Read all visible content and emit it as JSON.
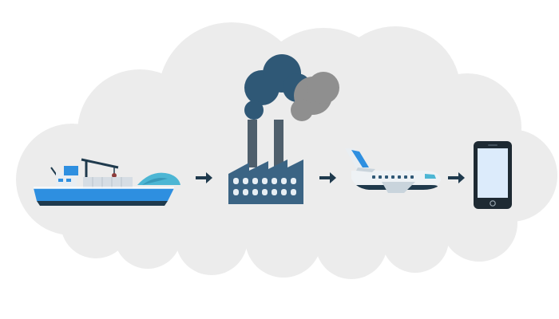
{
  "diagram": {
    "background": {
      "shape": "cloud",
      "color": "#ececec"
    },
    "flow": [
      {
        "id": "ship",
        "icon": "cargo-ship-icon"
      },
      {
        "id": "factory",
        "icon": "factory-icon"
      },
      {
        "id": "airplane",
        "icon": "airplane-icon"
      },
      {
        "id": "phone",
        "icon": "smartphone-icon"
      }
    ],
    "arrows": [
      {
        "from": "ship",
        "to": "factory",
        "icon": "arrow-right-icon"
      },
      {
        "from": "factory",
        "to": "airplane",
        "icon": "arrow-right-icon"
      },
      {
        "from": "airplane",
        "to": "phone",
        "icon": "arrow-right-icon"
      }
    ],
    "colors": {
      "primary_blue": "#2e8fe0",
      "dark_navy": "#1f3a4d",
      "factory_slate": "#3b6484",
      "smoke_dark": "#2f5876",
      "smoke_grey": "#8f8f8f",
      "chimney_grey": "#4f5f6c",
      "phone_screen": "#dcebfb",
      "cargo_teal": "#4cb6d4"
    }
  }
}
